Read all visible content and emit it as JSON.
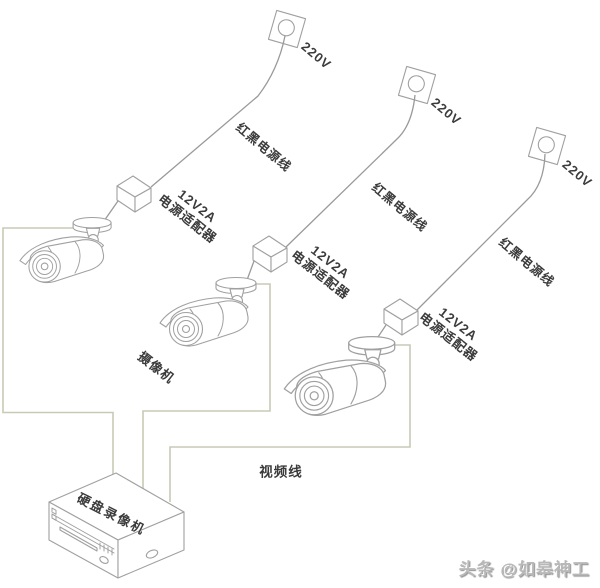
{
  "diagram": {
    "outlets": [
      {
        "label": "220V"
      },
      {
        "label": "220V"
      },
      {
        "label": "220V"
      }
    ],
    "power_cables": [
      {
        "label": "红黑电源线"
      },
      {
        "label": "红黑电源线"
      },
      {
        "label": "红黑电源线"
      }
    ],
    "adapters": [
      {
        "model": "12V2A",
        "name": "电源适配器"
      },
      {
        "model": "12V2A",
        "name": "电源适配器"
      },
      {
        "model": "12V2A",
        "name": "电源适配器"
      }
    ],
    "cameras": {
      "label": "摄像机"
    },
    "video_cable": {
      "label": "视频线"
    },
    "dvr": {
      "label": "硬盘录像机"
    },
    "watermark": {
      "text": "头条 @如皋神工"
    },
    "colors": {
      "line_art": "#a0a0a0",
      "power_wire": "#9a9a9a",
      "video_wire": "#c9cab6",
      "label_text": "#3b3b3b",
      "watermark_text": "#b8b8b8"
    }
  }
}
